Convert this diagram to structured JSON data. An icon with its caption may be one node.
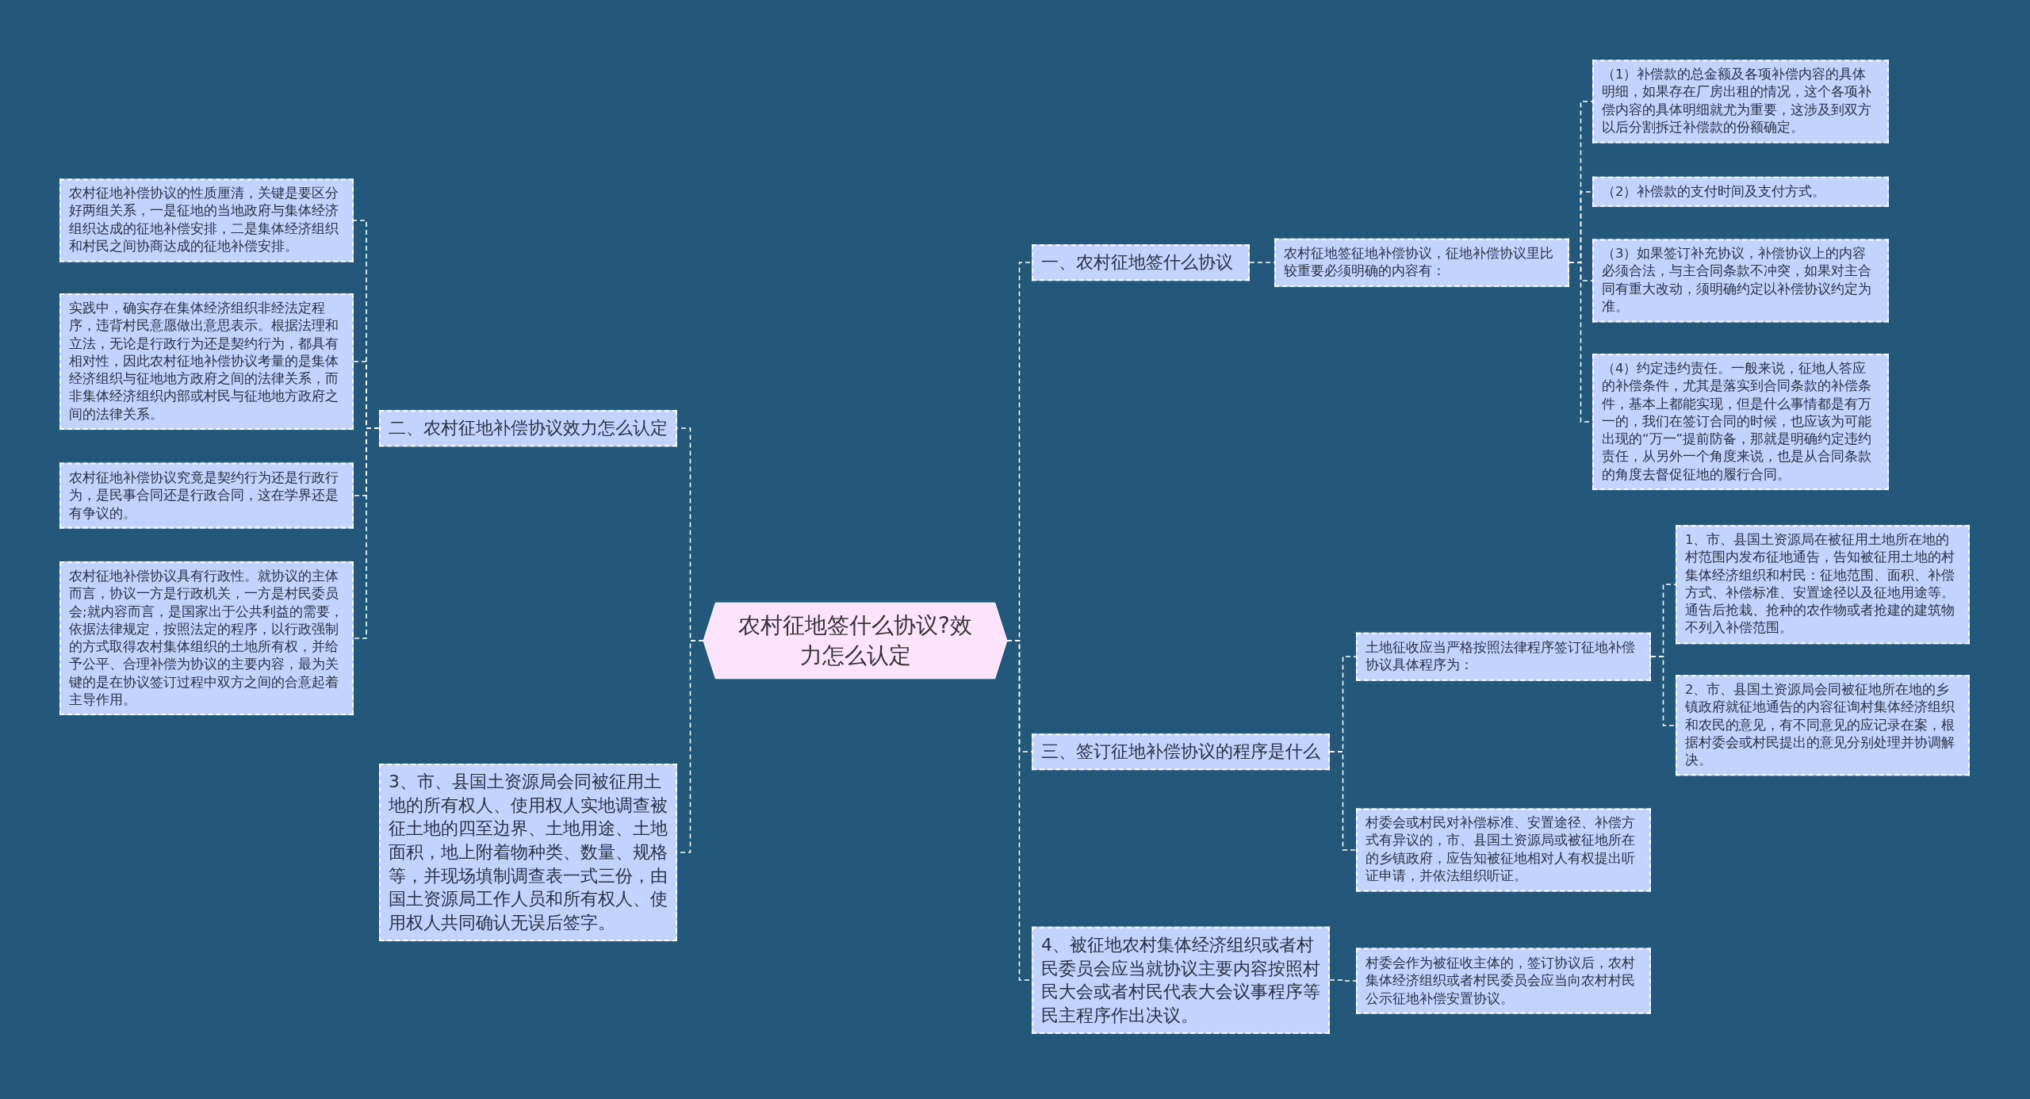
{
  "diagram": {
    "nodes": [
      {
        "text": [
          "农村征地签什么协议?效力怎么认定"
        ]
      },
      {
        "text": [
          "一、农村征地签什么协议"
        ]
      },
      {
        "text": [
          "农村征地签征地补偿协议，征地补偿协议里比较重要必须明确的内容有："
        ]
      },
      {
        "text": [
          "（1）补偿款的总金额及各项补偿内容的具体明细，如果存在厂房出租的情况，这个各项补偿内容的具体明细就尤为重要，这涉及到双方以后分割拆迁补偿款的份额确定。"
        ]
      },
      {
        "text": [
          "（2）补偿款的支付时间及支付方式。"
        ]
      },
      {
        "text": [
          "（3）如果签订补充协议，补偿协议上的内容必须合法，与主合同条款不冲突，如果对主合同有重大改动，须明确约定以补偿协议约定为准。"
        ]
      },
      {
        "text": [
          "（4）约定违约责任。一般来说，征地人答应的补偿条件，尤其是落实到合同条款的补偿条件，基本上都能实现，但是什么事情都是有万一的，我们在签订合同的时候，也应该为可能出现的“万一”提前防备，那就是明确约定违约责任，从另外一个角度来说，也是从合同条款的角度去督促征地的履行合同。"
        ]
      },
      {
        "text": [
          "二、农村征地补偿协议效力怎么认定"
        ]
      },
      {
        "text": [
          "农村征地补偿协议的性质厘清，关键是要区分好两组关系，一是征地的当地政府与集体经济组织达成的征地补偿安排，二是集体经济组织和村民之间协商达成的征地补偿安排。"
        ]
      },
      {
        "text": [
          "实践中，确实存在集体经济组织非经法定程序，违背村民意愿做出意思表示。根据法理和立法，无论是行政行为还是契约行为，都具有相对性，因此农村征地补偿协议考量的是集体经济组织与征地地方政府之间的法律关系，而非集体经济组织内部或村民与征地地方政府之间的法律关系。"
        ]
      },
      {
        "text": [
          "农村征地补偿协议究竟是契约行为还是行政行为，是民事合同还是行政合同，这在学界还是有争议的。"
        ]
      },
      {
        "text": [
          "农村征地补偿协议具有行政性。就协议的主体而言，协议一方是行政机关，一方是村民委员会;就内容而言，是国家出于公共利益的需要，依据法律规定，按照法定的程序，以行政强制的方式取得农村集体组织的土地所有权，并给予公平、合理补偿为协议的主要内容，最为关键的是在协议签订过程中双方之间的合意起着主导作用。"
        ]
      },
      {
        "text": [
          "三、签订征地补偿协议的程序是什么"
        ]
      },
      {
        "text": [
          "土地征收应当严格按照法律程序签订征地补偿协议具体程序为："
        ]
      },
      {
        "text": [
          "1、市、县国土资源局在被征用土地所在地的村范围内发布征地通告，告知被征用土地的村集体经济组织和村民：征地范围、面积、补偿方式、补偿标准、安置途径以及征地用途等。通告后抢栽、抢种的农作物或者抢建的建筑物不列入补偿范围。"
        ]
      },
      {
        "text": [
          "2、市、县国土资源局会同被征地所在地的乡镇政府就征地通告的内容征询村集体经济组织和农民的意见，有不同意见的应记录在案，根据村委会或村民提出的意见分别处理并协调解决。"
        ]
      },
      {
        "text": [
          "村委会或村民对补偿标准、安置途径、补偿方式有异议的，市、县国土资源局或被征地所在的乡镇政府，应告知被征地相对人有权提出听证申请，并依法组织听证。"
        ]
      },
      {
        "text": [
          "3、市、县国土资源局会同被征用土地的所有权人、使用权人实地调查被征土地的四至边界、土地用途、土地面积，地上附着物种类、数量、规格等，并现场填制调查表一式三份，由国土资源局工作人员和所有权人、使用权人共同确认无误后签字。"
        ]
      },
      {
        "text": [
          "4、被征地农村集体经济组织或者村民委员会应当就协议主要内容按照村民大会或者村民代表大会议事程序等民主程序作出决议。"
        ]
      },
      {
        "text": [
          "村委会作为被征收主体的，签订协议后，农村集体经济组织或者村民委员会应当向农村村民公示征地补偿安置协议。"
        ]
      }
    ],
    "edges": [
      {
        "from": 0,
        "to": 1,
        "arrow": "none"
      },
      {
        "from": 1,
        "to": 2,
        "arrow": "none"
      },
      {
        "from": 2,
        "to": 3,
        "arrow": "none"
      },
      {
        "from": 2,
        "to": 4,
        "arrow": "none"
      },
      {
        "from": 2,
        "to": 5,
        "arrow": "none"
      },
      {
        "from": 2,
        "to": 6,
        "arrow": "none"
      },
      {
        "from": 0,
        "to": 7,
        "arrow": "none"
      },
      {
        "from": 7,
        "to": 8,
        "arrow": "none"
      },
      {
        "from": 7,
        "to": 9,
        "arrow": "none"
      },
      {
        "from": 7,
        "to": 10,
        "arrow": "none"
      },
      {
        "from": 7,
        "to": 11,
        "arrow": "none"
      },
      {
        "from": 0,
        "to": 12,
        "arrow": "none"
      },
      {
        "from": 12,
        "to": 13,
        "arrow": "none"
      },
      {
        "from": 13,
        "to": 14,
        "arrow": "none"
      },
      {
        "from": 13,
        "to": 15,
        "arrow": "none"
      },
      {
        "from": 12,
        "to": 16,
        "arrow": "none"
      },
      {
        "from": 0,
        "to": 17,
        "arrow": "none"
      },
      {
        "from": 0,
        "to": 18,
        "arrow": "none"
      },
      {
        "from": 18,
        "to": 19,
        "arrow": "none"
      }
    ]
  }
}
